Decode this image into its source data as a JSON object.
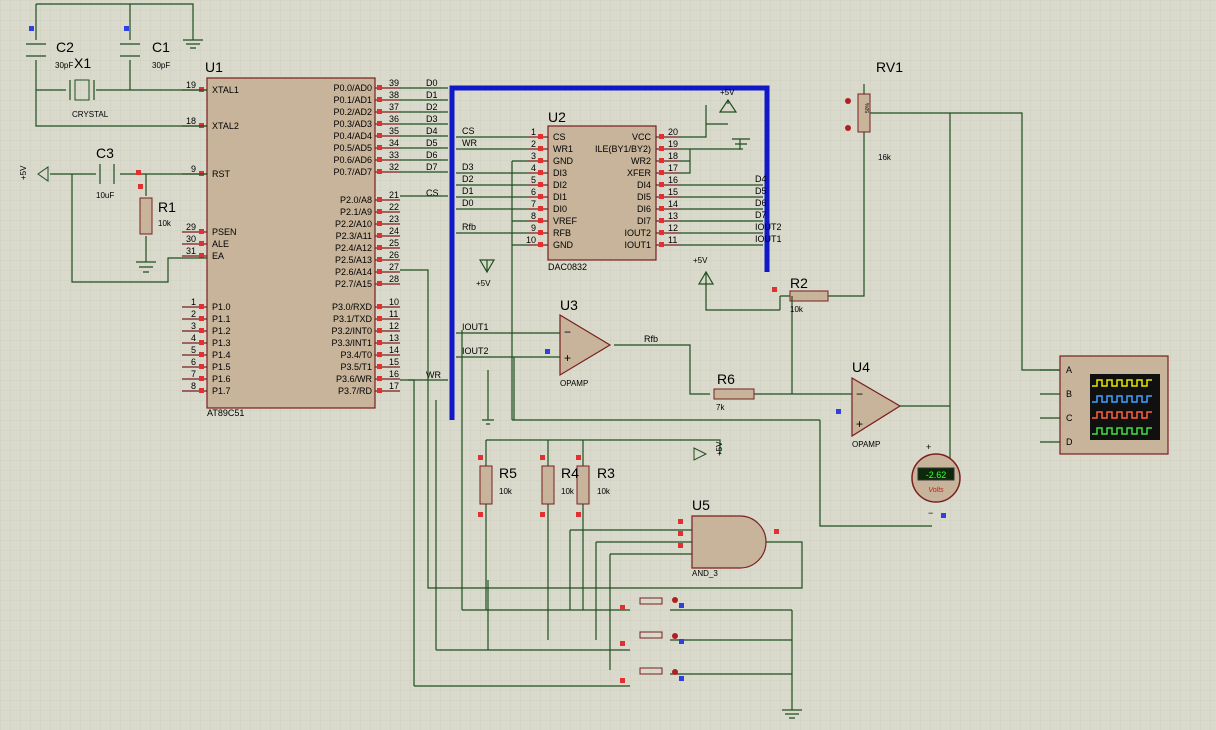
{
  "u1": {
    "ref": "U1",
    "type": "AT89C51",
    "left_pins": [
      {
        "num": "19",
        "name": "XTAL1"
      },
      {
        "num": "18",
        "name": "XTAL2"
      },
      {
        "num": "9",
        "name": "RST"
      },
      {
        "num": "29",
        "name": "PSEN"
      },
      {
        "num": "30",
        "name": "ALE"
      },
      {
        "num": "31",
        "name": "EA"
      },
      {
        "num": "1",
        "name": "P1.0"
      },
      {
        "num": "2",
        "name": "P1.1"
      },
      {
        "num": "3",
        "name": "P1.2"
      },
      {
        "num": "4",
        "name": "P1.3"
      },
      {
        "num": "5",
        "name": "P1.4"
      },
      {
        "num": "6",
        "name": "P1.5"
      },
      {
        "num": "7",
        "name": "P1.6"
      },
      {
        "num": "8",
        "name": "P1.7"
      }
    ],
    "right_pins": [
      {
        "num": "39",
        "name": "P0.0/AD0"
      },
      {
        "num": "38",
        "name": "P0.1/AD1"
      },
      {
        "num": "37",
        "name": "P0.2/AD2"
      },
      {
        "num": "36",
        "name": "P0.3/AD3"
      },
      {
        "num": "35",
        "name": "P0.4/AD4"
      },
      {
        "num": "34",
        "name": "P0.5/AD5"
      },
      {
        "num": "33",
        "name": "P0.6/AD6"
      },
      {
        "num": "32",
        "name": "P0.7/AD7"
      },
      {
        "num": "21",
        "name": "P2.0/A8"
      },
      {
        "num": "22",
        "name": "P2.1/A9"
      },
      {
        "num": "23",
        "name": "P2.2/A10"
      },
      {
        "num": "24",
        "name": "P2.3/A11"
      },
      {
        "num": "25",
        "name": "P2.4/A12"
      },
      {
        "num": "26",
        "name": "P2.5/A13"
      },
      {
        "num": "27",
        "name": "P2.6/A14"
      },
      {
        "num": "28",
        "name": "P2.7/A15"
      },
      {
        "num": "10",
        "name": "P3.0/RXD"
      },
      {
        "num": "11",
        "name": "P3.1/TXD"
      },
      {
        "num": "12",
        "name": "P3.2/INT0"
      },
      {
        "num": "13",
        "name": "P3.3/INT1"
      },
      {
        "num": "14",
        "name": "P3.4/T0"
      },
      {
        "num": "15",
        "name": "P3.5/T1"
      },
      {
        "num": "16",
        "name": "P3.6/WR"
      },
      {
        "num": "17",
        "name": "P3.7/RD"
      }
    ]
  },
  "u2": {
    "ref": "U2",
    "type": "DAC0832",
    "left_pins": [
      {
        "num": "1",
        "name": "CS"
      },
      {
        "num": "2",
        "name": "WR1"
      },
      {
        "num": "3",
        "name": "GND"
      },
      {
        "num": "4",
        "name": "DI3"
      },
      {
        "num": "5",
        "name": "DI2"
      },
      {
        "num": "6",
        "name": "DI1"
      },
      {
        "num": "7",
        "name": "DI0"
      },
      {
        "num": "8",
        "name": "VREF"
      },
      {
        "num": "9",
        "name": "RFB"
      },
      {
        "num": "10",
        "name": "GND"
      }
    ],
    "right_pins": [
      {
        "num": "20",
        "name": "VCC"
      },
      {
        "num": "19",
        "name": "ILE(BY1/BY2)"
      },
      {
        "num": "18",
        "name": "WR2"
      },
      {
        "num": "17",
        "name": "XFER"
      },
      {
        "num": "16",
        "name": "DI4"
      },
      {
        "num": "15",
        "name": "DI5"
      },
      {
        "num": "14",
        "name": "DI6"
      },
      {
        "num": "13",
        "name": "DI7"
      },
      {
        "num": "12",
        "name": "IOUT2"
      },
      {
        "num": "11",
        "name": "IOUT1"
      }
    ]
  },
  "bus_labels_d": [
    "D0",
    "D1",
    "D2",
    "D3",
    "D4",
    "D5",
    "D6",
    "D7"
  ],
  "net_cs": "CS",
  "net_wr": "WR",
  "dac_in_labels": [
    "CS",
    "WR",
    "D3",
    "D2",
    "D1",
    "D0",
    "Rfb"
  ],
  "dac_out_labels": [
    "D4",
    "D5",
    "D6",
    "D7",
    "IOUT2",
    "IOUT1"
  ],
  "iout1": "IOUT1",
  "iout2": "IOUT2",
  "rfb": "Rfb",
  "plus5": "+5V",
  "caps": {
    "c1": "C1",
    "c1v": "30pF",
    "c2": "C2",
    "c2v": "30pF",
    "c3": "C3",
    "c3v": "10uF"
  },
  "crystal": {
    "ref": "X1",
    "type": "CRYSTAL"
  },
  "resistors": {
    "r1": "R1",
    "r1v": "10k",
    "r2": "R2",
    "r2v": "10k",
    "r3": "R3",
    "r3v": "10k",
    "r4": "R4",
    "r4v": "10k",
    "r5": "R5",
    "r5v": "10k",
    "r6": "R6",
    "r6v": "7k"
  },
  "rv1": {
    "ref": "RV1",
    "value": "16k",
    "pct": "50%"
  },
  "u3": {
    "ref": "U3",
    "type": "OPAMP"
  },
  "u4": {
    "ref": "U4",
    "type": "OPAMP"
  },
  "u5": {
    "ref": "U5",
    "type": "AND_3"
  },
  "voltmeter": {
    "reading": "-2.62",
    "unit": "Volts"
  },
  "scope_channels": [
    "A",
    "B",
    "C",
    "D"
  ],
  "colors": {
    "bus": "#1018c8",
    "wire": "#1f4f1f",
    "body": "#c7b49a",
    "pin_red": "#e03030",
    "pin_blue": "#3040e0",
    "scope_a": "#e8e800",
    "scope_b": "#40a0ff",
    "scope_c": "#ff6040",
    "scope_d": "#40e040"
  }
}
